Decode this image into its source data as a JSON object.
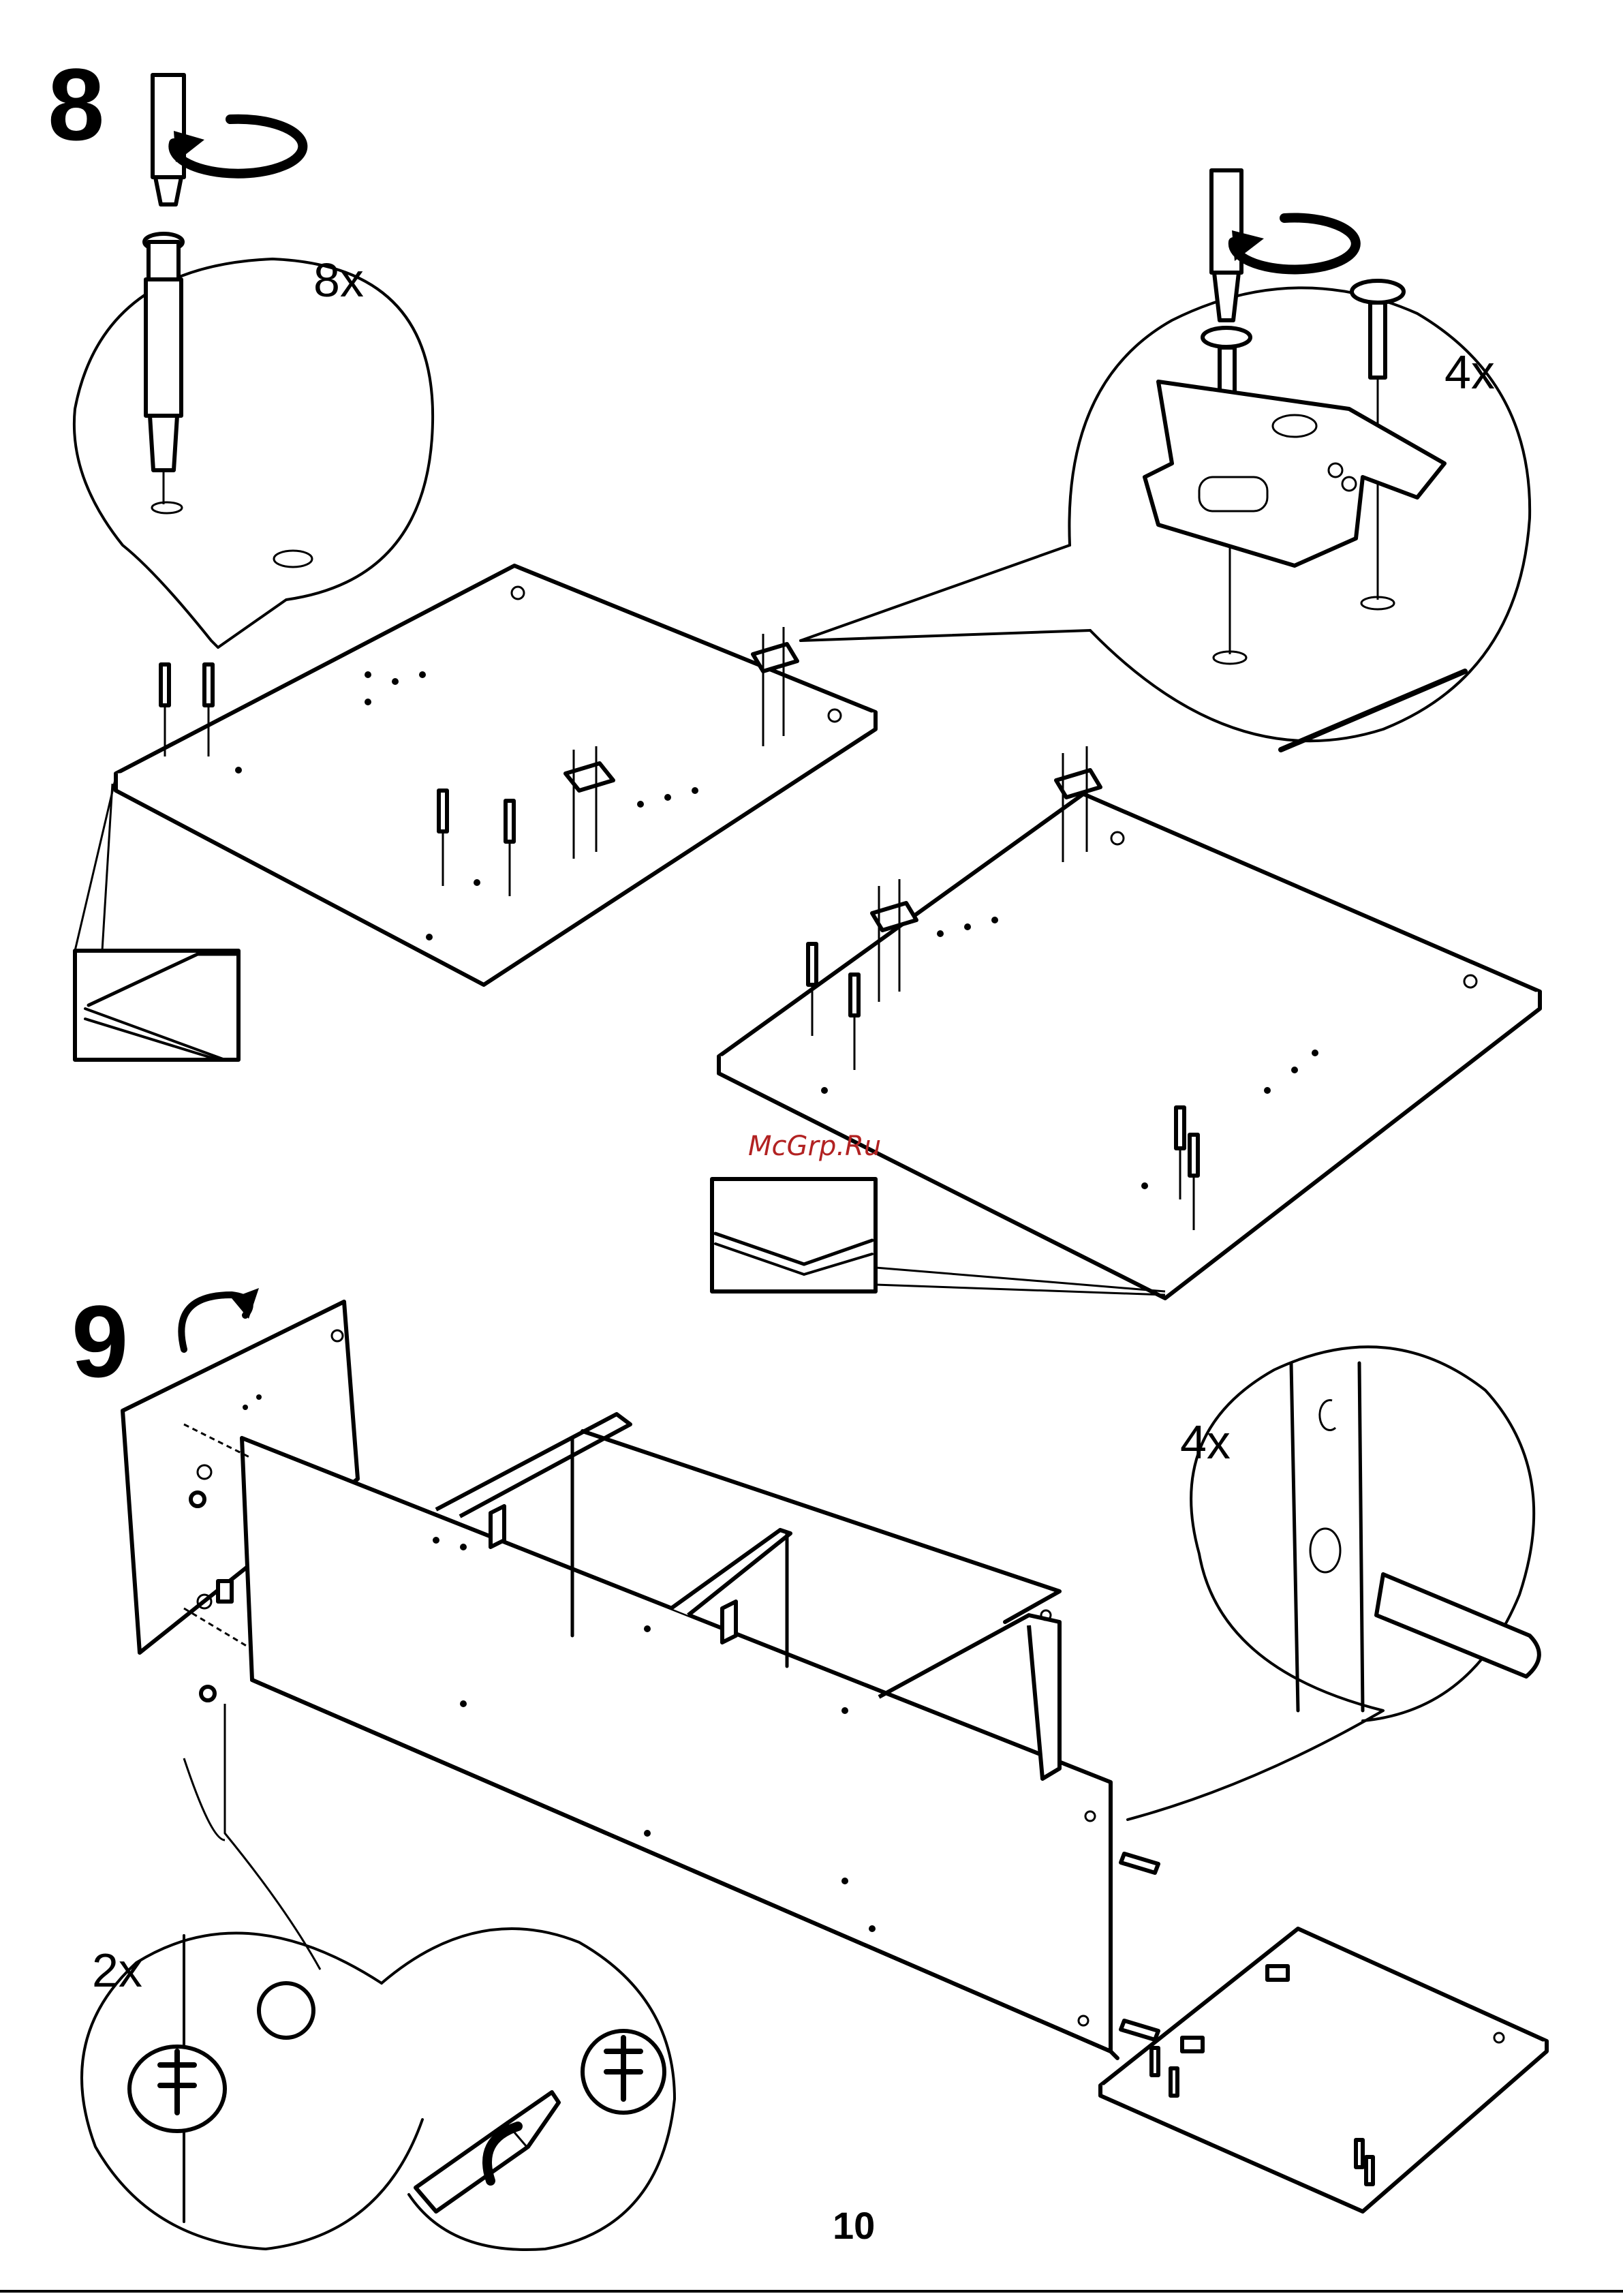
{
  "steps": {
    "step8": {
      "number": "8",
      "dowel_count": "8x",
      "fitting_count": "4x"
    },
    "step9": {
      "number": "9",
      "dowel_count": "4x",
      "cam_count": "2x"
    }
  },
  "watermark": "McGrp.Ru",
  "page_number": "10",
  "icons": [
    "screwdriver-icon",
    "rotate-arrow-icon",
    "wooden-dowel-icon",
    "screw-icon",
    "hinge-plate-icon",
    "cam-lock-icon",
    "flip-arrow-icon"
  ],
  "colors": {
    "line": "#000000",
    "background": "#ffffff",
    "watermark": "#b22222"
  }
}
